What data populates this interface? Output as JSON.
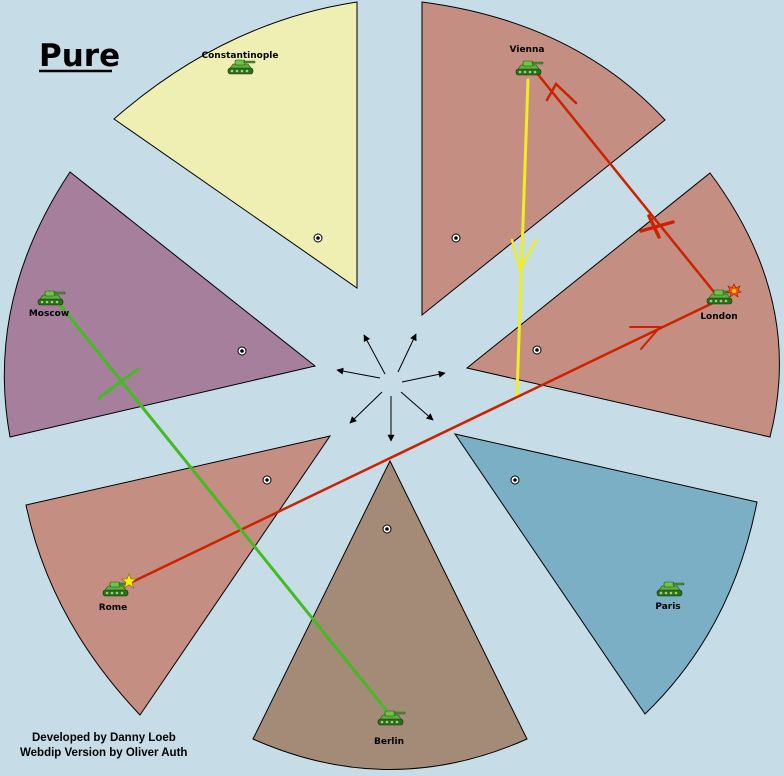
{
  "map": {
    "title": "Pure",
    "credits": {
      "line1": "Developed by Danny Loeb",
      "line2": "Webdip Version by Oliver Auth"
    },
    "colors": {
      "background": "#c6dde8",
      "constantinople": "#efefb4",
      "vienna": "#c48f82",
      "london": "#c48f82",
      "rome": "#c48f82",
      "moscow": "#a67f9c",
      "paris": "#7bafc6",
      "berlin": "#a38b77"
    },
    "territories": {
      "constantinople": {
        "name": "Constantinople",
        "unit": "army-tank-icon"
      },
      "vienna": {
        "name": "Vienna",
        "unit": "army-tank-icon"
      },
      "london": {
        "name": "London",
        "unit": "army-tank-icon",
        "marker": "explosion-icon"
      },
      "moscow": {
        "name": "Moscow",
        "unit": "army-tank-icon"
      },
      "rome": {
        "name": "Rome",
        "unit": "army-tank-icon",
        "marker": "star-icon"
      },
      "paris": {
        "name": "Paris",
        "unit": "army-tank-icon"
      },
      "berlin": {
        "name": "Berlin",
        "unit": "army-tank-icon"
      }
    },
    "orders": [
      {
        "type": "move",
        "from": "Vienna",
        "to": "London",
        "color": "#cc2200",
        "result": "failed"
      },
      {
        "type": "support",
        "supporter": "Vienna",
        "from": "London",
        "color": "#eeee22"
      },
      {
        "type": "move",
        "from": "Rome",
        "to": "London",
        "color": "#cc2200",
        "result": "succeeded"
      },
      {
        "type": "move",
        "from": "Moscow",
        "to": "Berlin",
        "color": "#44bb22",
        "result": "failed"
      }
    ]
  }
}
